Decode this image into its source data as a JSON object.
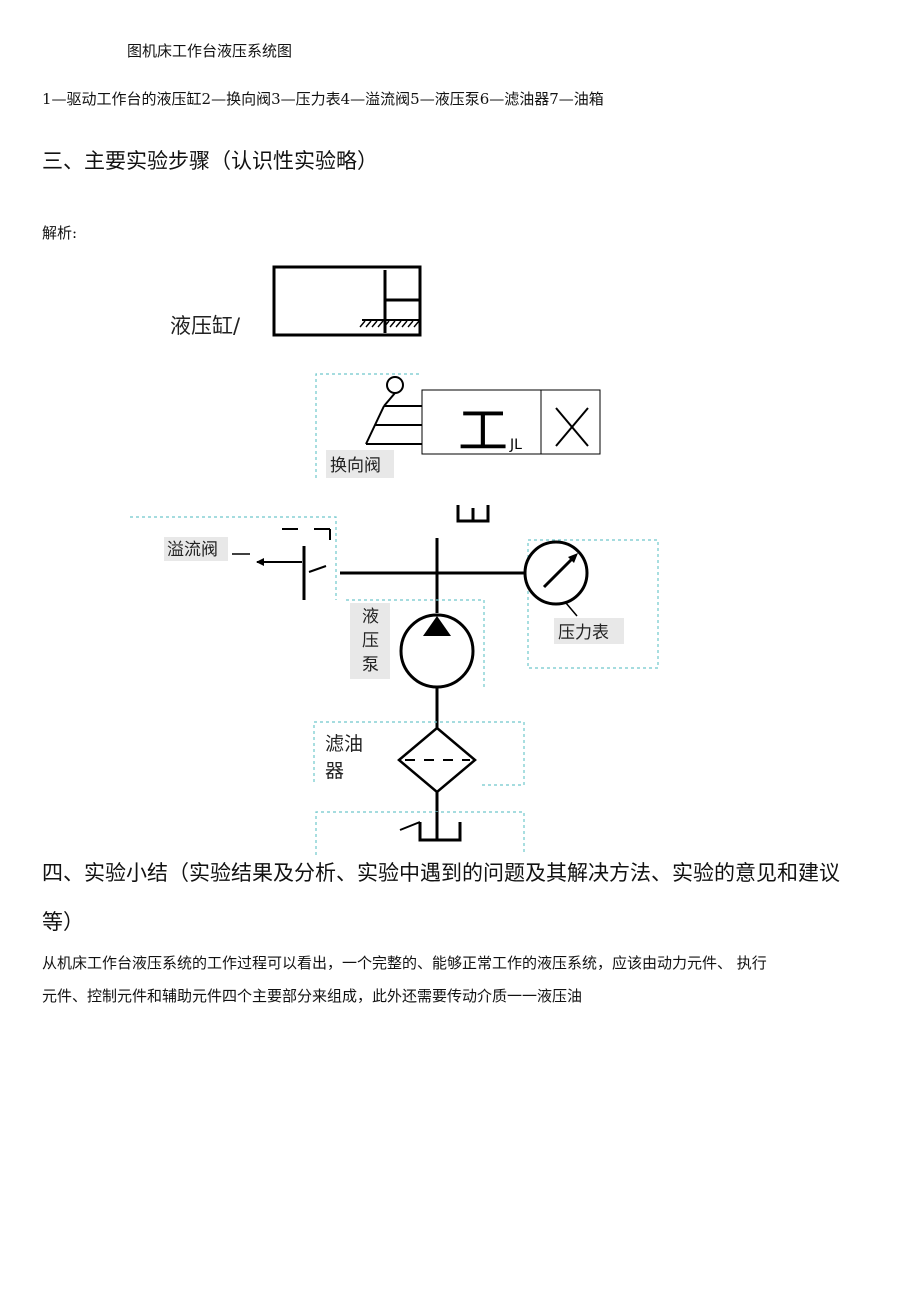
{
  "doc": {
    "caption": "图机床工作台液压系统图",
    "legend": "1—驱动工作台的液压缸2—换向阀3—压力表4—溢流阀5—液压泵6—滤油器7—油箱",
    "section3": "三、主要实验步骤（认识性实验略）",
    "analysis_label": "解析:",
    "section4_line1": "四、实验小结（实验结果及分析、实验中遇到的问题及其解决方法、实验的意见和建议",
    "section4_line2": "等）",
    "paragraph_line1": "从机床工作台液压系统的工作过程可以看出，一个完整的、能够正常工作的液压系统，应该由动力元件、 执行",
    "paragraph_line2": "元件、控制元件和辅助元件四个主要部分来组成，此外还需要传动介质一一液压油"
  },
  "diagram": {
    "cylinder_label": "液压缸/",
    "valve_label": "换向阀",
    "valve_mark": "工",
    "valve_sub": "JL",
    "relief_label": "溢流阀",
    "pump_label_1": "液",
    "pump_label_2": "压",
    "pump_label_3": "泵",
    "gauge_label": "压力表",
    "filter_label_1": "滤油",
    "filter_label_2": "器",
    "accent_color": "#6fc7cc"
  }
}
